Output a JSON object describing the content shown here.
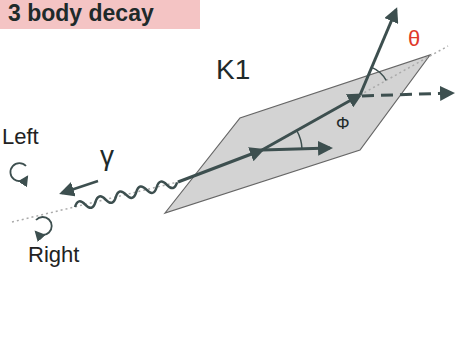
{
  "diagram": {
    "title": "3 body decay",
    "labels": [
      "θ",
      "Left",
      "K1",
      "γ",
      "Φ",
      "Right"
    ]
  }
}
